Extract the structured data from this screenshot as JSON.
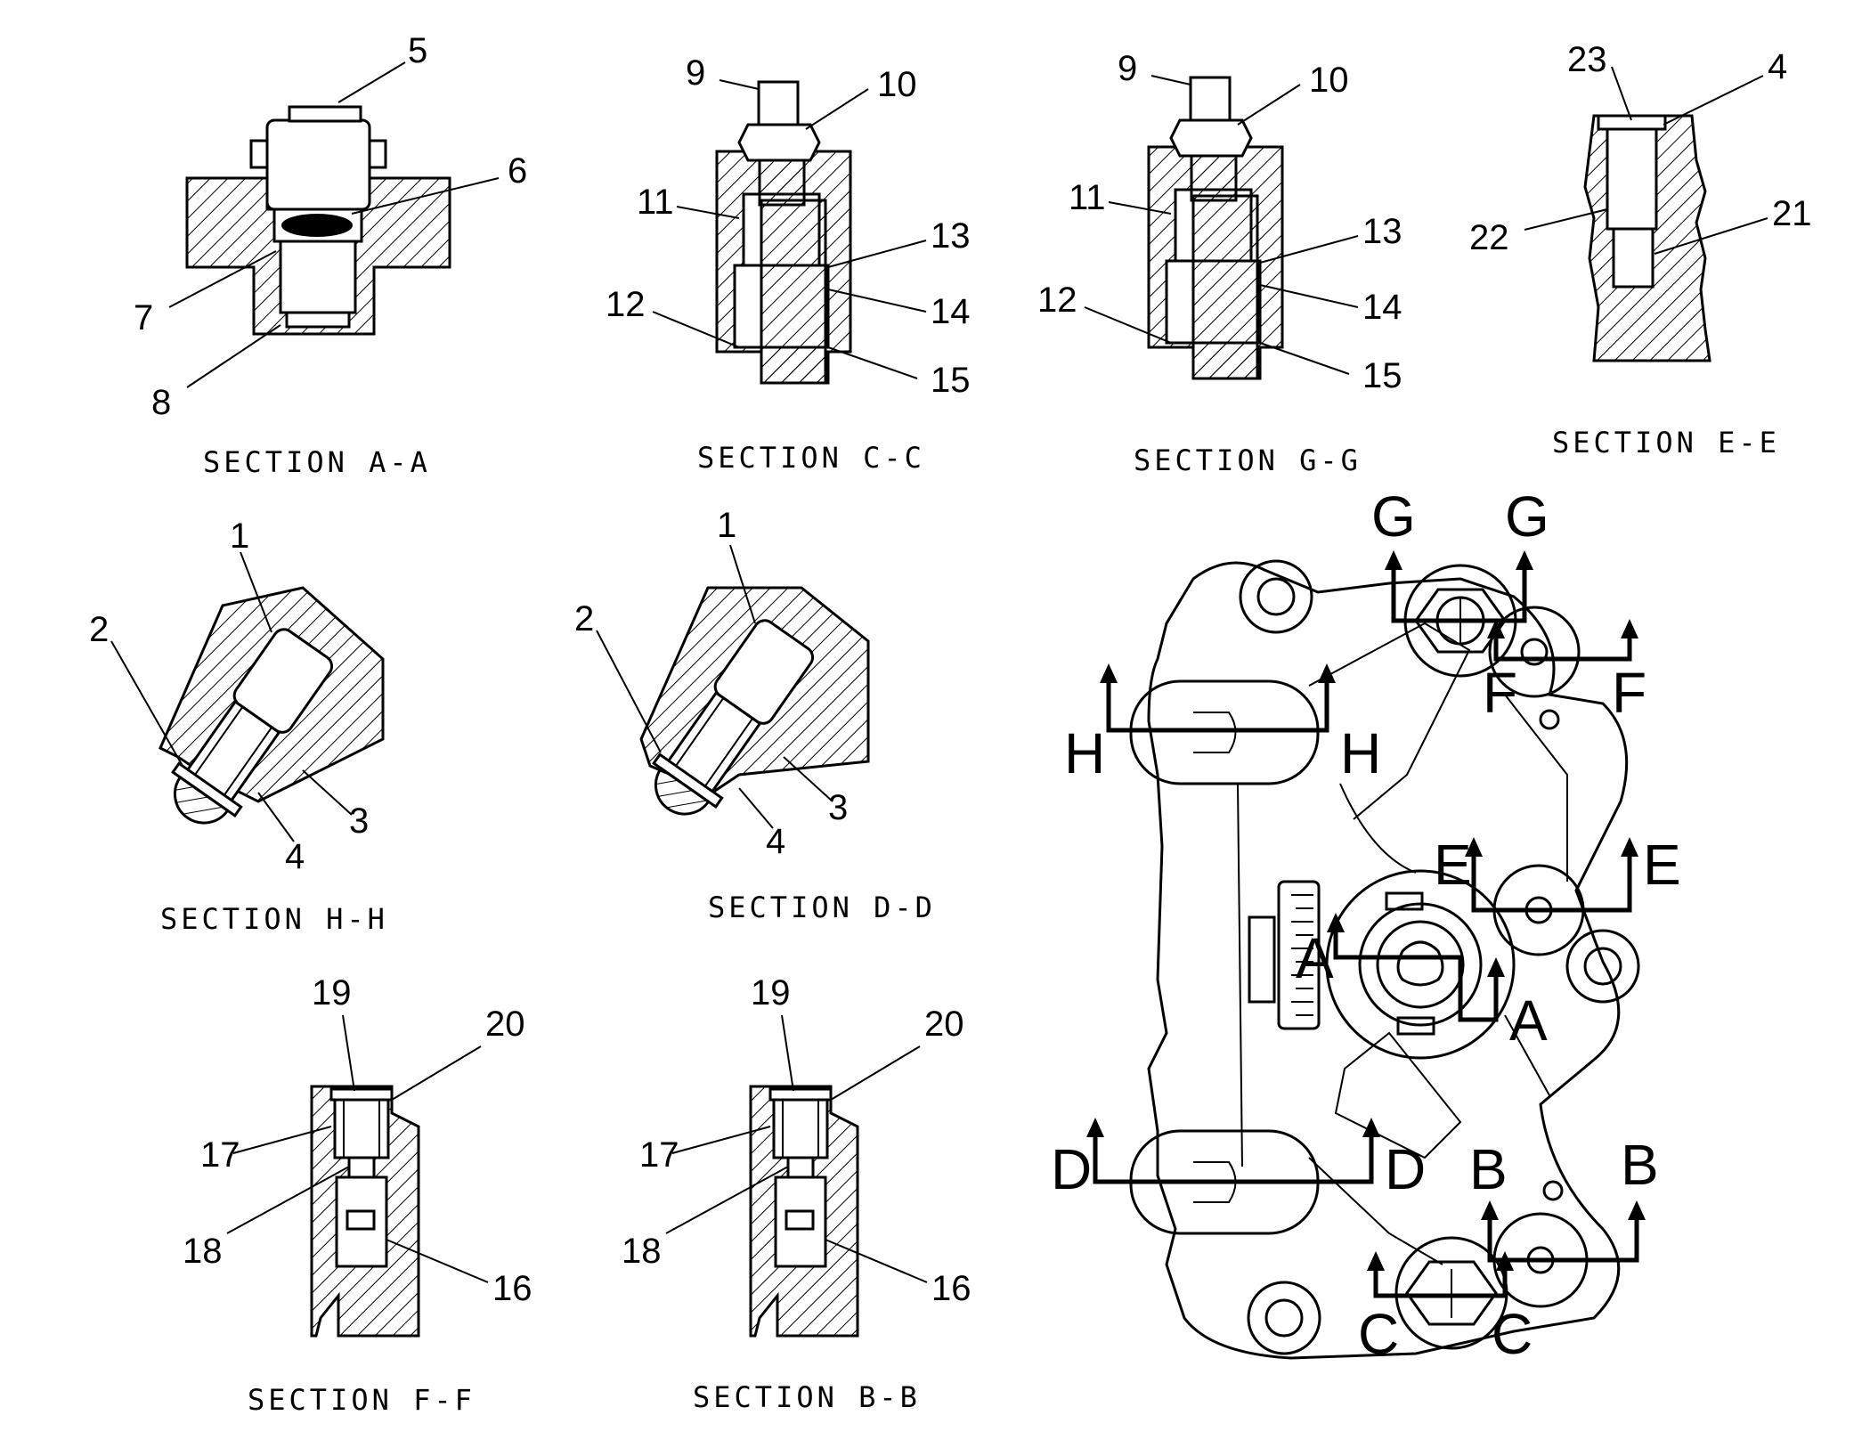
{
  "sections": {
    "a": {
      "caption": "SECTION A-A",
      "callouts": [
        "5",
        "6",
        "7",
        "8"
      ]
    },
    "c": {
      "caption": "SECTION C-C",
      "callouts": [
        "9",
        "10",
        "11",
        "13",
        "12",
        "14",
        "15"
      ]
    },
    "g": {
      "caption": "SECTION G-G",
      "callouts": [
        "9",
        "10",
        "11",
        "13",
        "12",
        "14",
        "15"
      ]
    },
    "e": {
      "caption": "SECTION E-E",
      "callouts": [
        "23",
        "4",
        "22",
        "21"
      ]
    },
    "h": {
      "caption": "SECTION H-H",
      "callouts": [
        "1",
        "2",
        "3",
        "4"
      ]
    },
    "d": {
      "caption": "SECTION D-D",
      "callouts": [
        "1",
        "2",
        "3",
        "4"
      ]
    },
    "f": {
      "caption": "SECTION F-F",
      "callouts": [
        "19",
        "20",
        "17",
        "18",
        "16"
      ]
    },
    "b": {
      "caption": "SECTION B-B",
      "callouts": [
        "19",
        "20",
        "17",
        "18",
        "16"
      ]
    }
  },
  "view": {
    "cut_letters": {
      "g1": "G",
      "g2": "G",
      "f1": "F",
      "f2": "F",
      "h1": "H",
      "h2": "H",
      "e1": "E",
      "e2": "E",
      "a1": "A",
      "a2": "A",
      "d1": "D",
      "d2": "D",
      "b1": "B",
      "b2": "B",
      "c1": "C",
      "c2": "C"
    }
  }
}
